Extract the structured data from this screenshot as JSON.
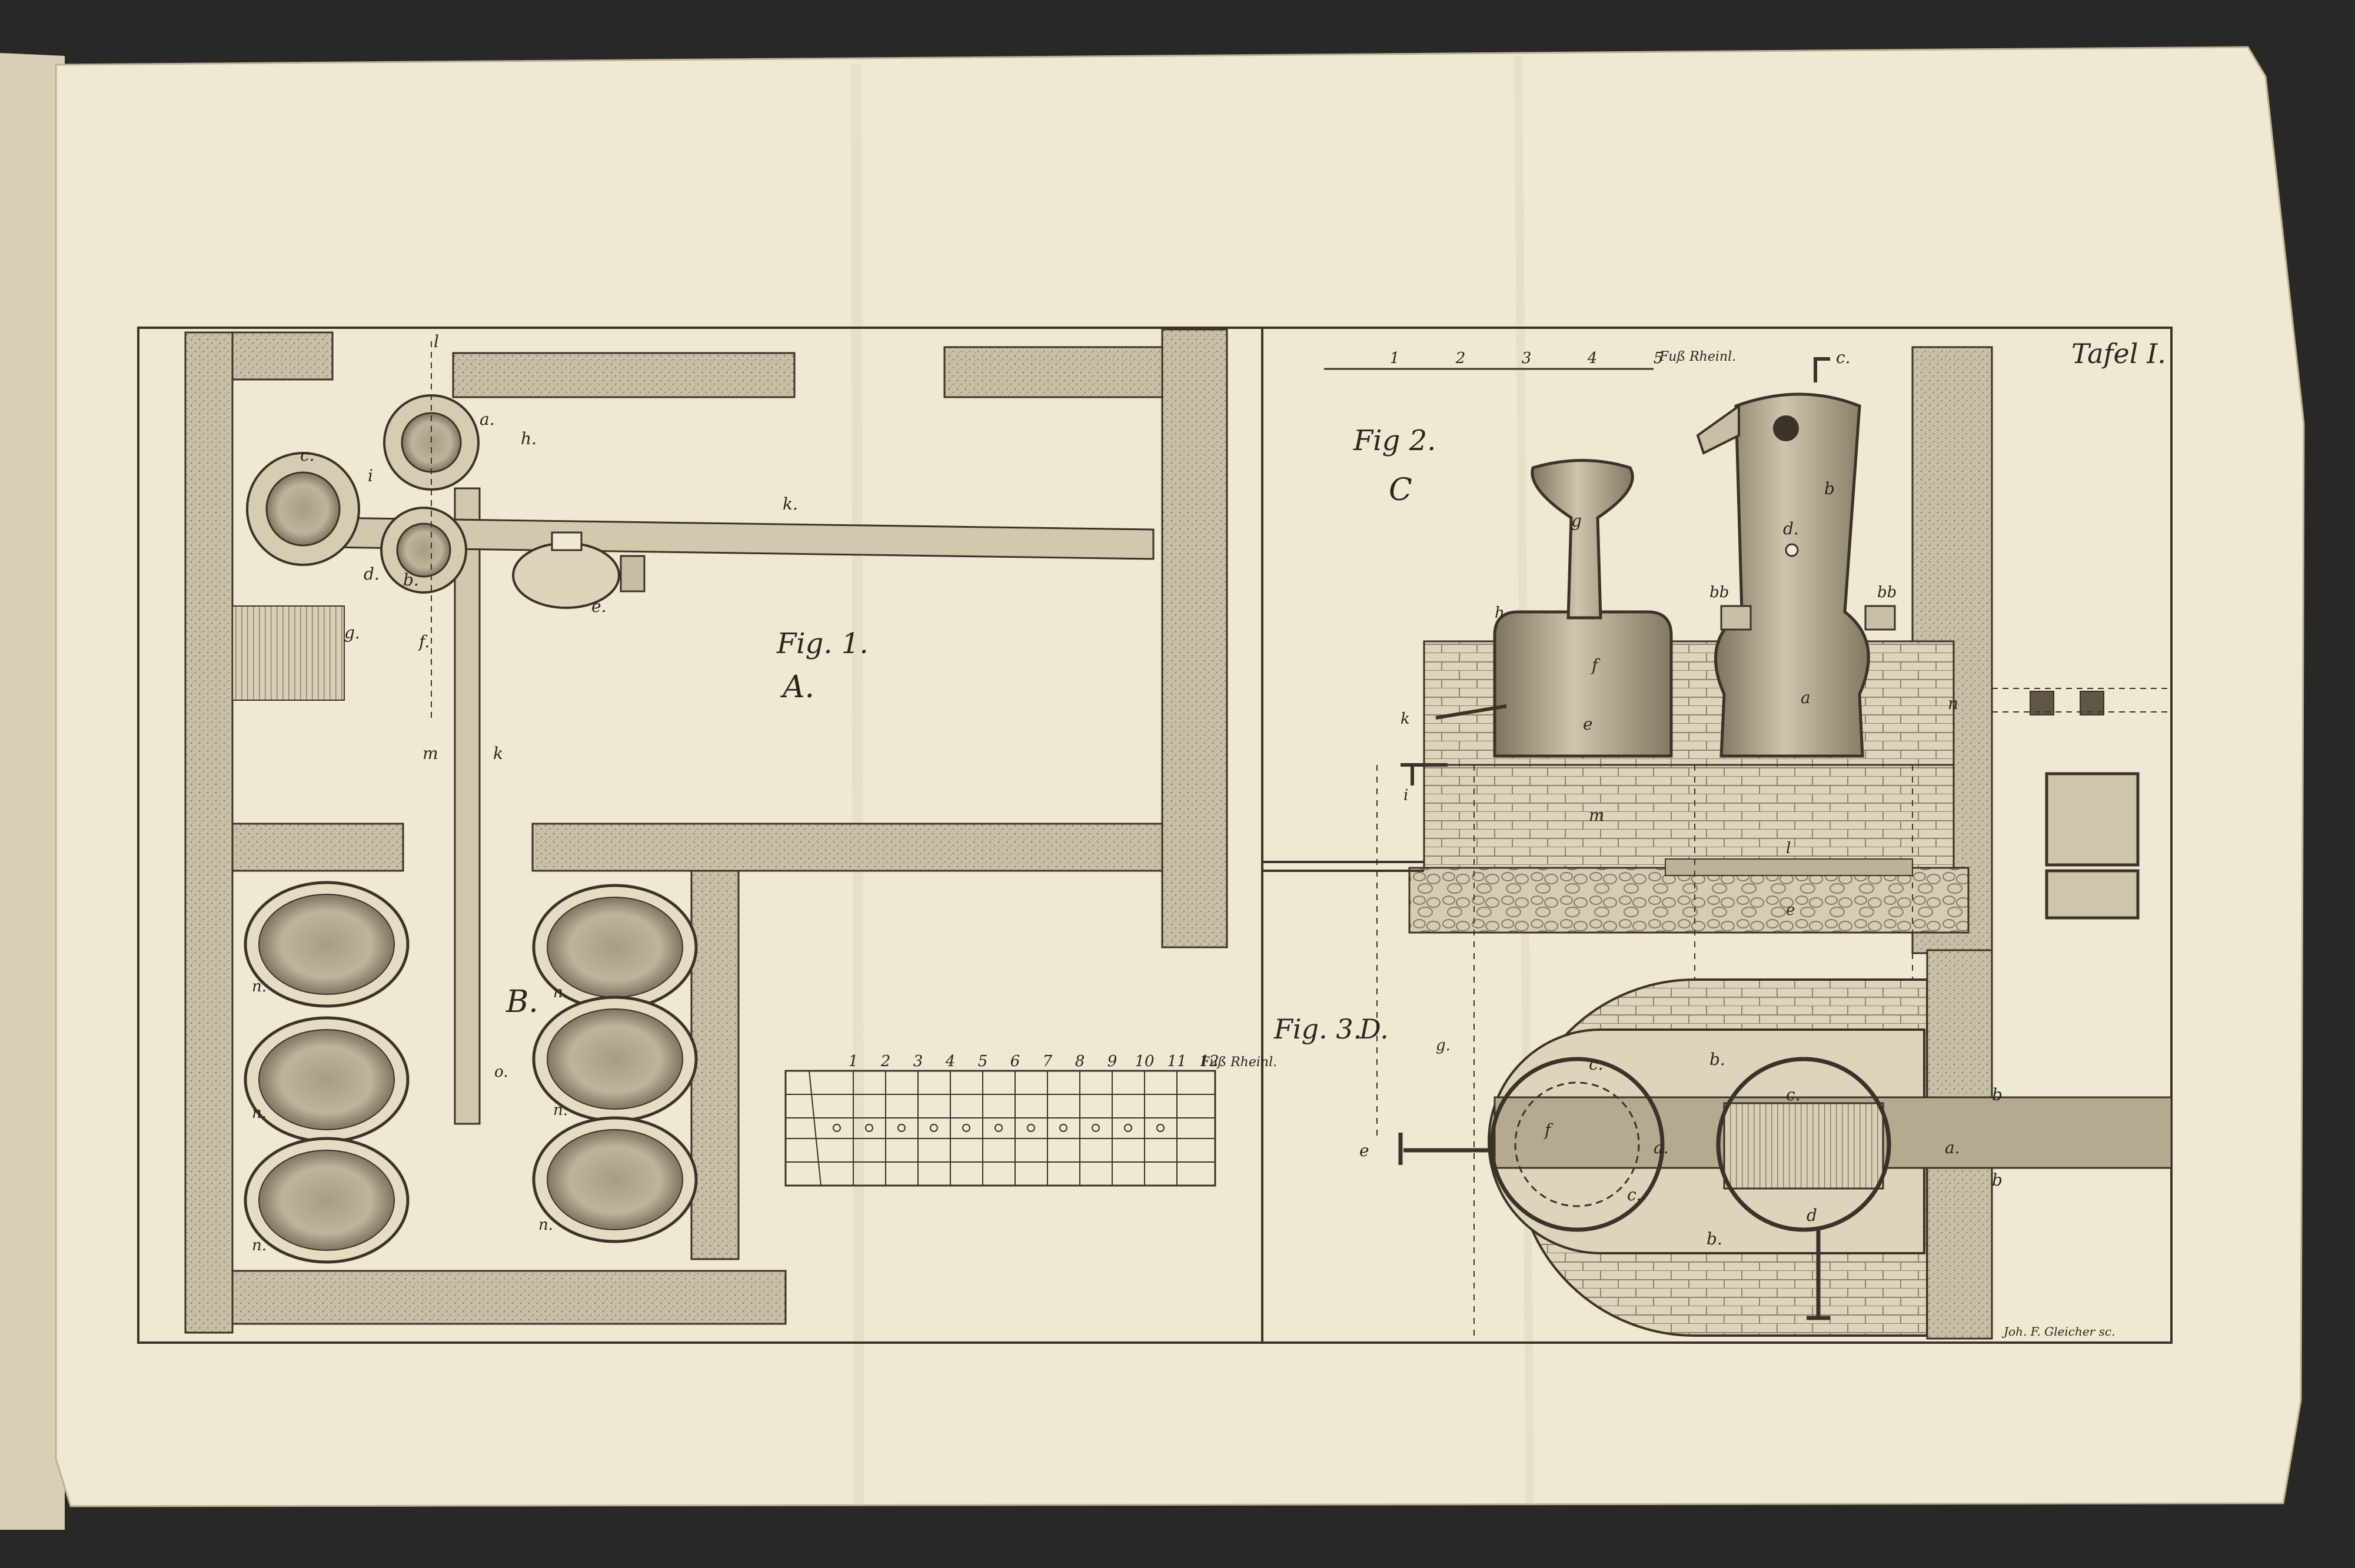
{
  "plate": {
    "title": "Tafel I.",
    "engraver": "Joh. F. Gleicher sc.",
    "colors": {
      "paper": "#efe8d2",
      "ink": "#3a3328",
      "wall": "#c9bfa6",
      "background": "#2a2826"
    }
  },
  "fig1": {
    "caption": "Fig. 1.",
    "section": "A.",
    "region_label": "B.",
    "labels": {
      "a": "a.",
      "b": "b.",
      "c": "c.",
      "d": "d.",
      "e": "e.",
      "f": "f.",
      "g": "g.",
      "h": "h.",
      "i": "i",
      "k": "k.",
      "k2": "k",
      "l": "l",
      "m": "m",
      "n": "n.",
      "o": "o."
    },
    "scale": {
      "ticks": [
        "1",
        "2",
        "3",
        "4",
        "5",
        "6",
        "7",
        "8",
        "9",
        "10",
        "11",
        "12"
      ],
      "unit": "Fuß Rheinl."
    }
  },
  "fig2": {
    "caption": "Fig 2.",
    "section": "C",
    "scale": {
      "ticks": [
        "1",
        "2",
        "3",
        "4",
        "5"
      ],
      "unit": "Fuß Rheinl."
    },
    "labels": {
      "a": "a",
      "b": "b",
      "bb": "bb",
      "c": "c.",
      "d": "d.",
      "e": "e",
      "e2": "e",
      "f": "f",
      "g": "g",
      "h": "h",
      "i": "i",
      "k": "k",
      "l": "l",
      "m": "m",
      "n": "n"
    }
  },
  "fig3": {
    "caption": "Fig. 3.",
    "section": "D.",
    "labels": {
      "a": "a.",
      "b": "b.",
      "b2": "b",
      "c": "c.",
      "d": "d",
      "e": "e",
      "f": "f",
      "g": "g."
    }
  }
}
